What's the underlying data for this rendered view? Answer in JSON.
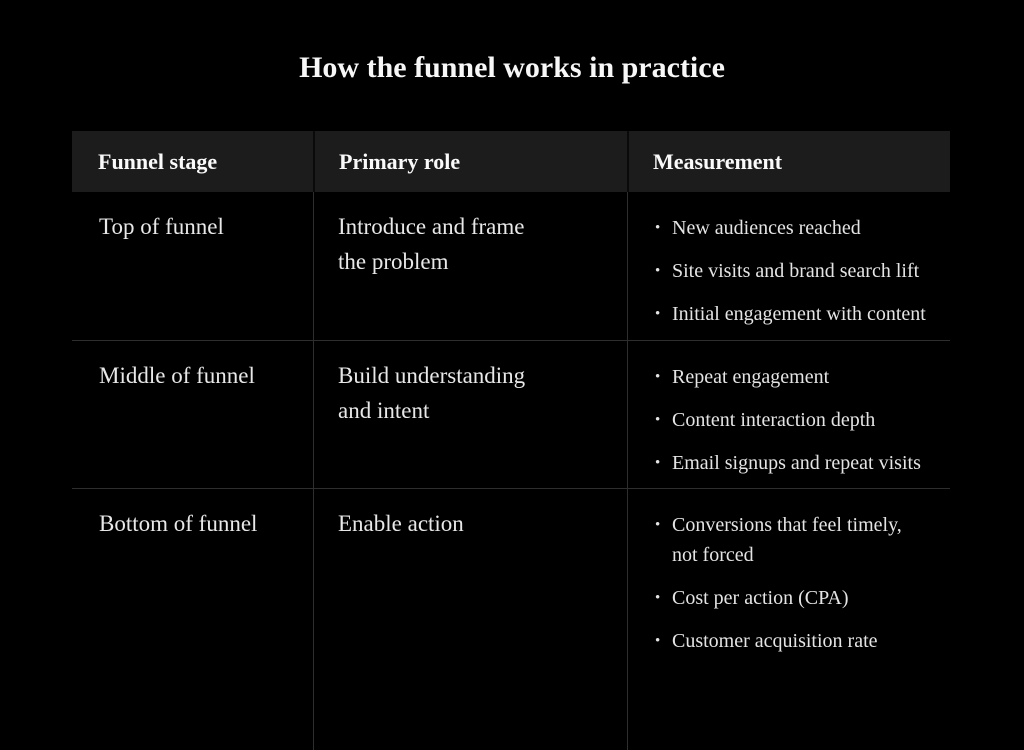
{
  "title": "How the funnel works in practice",
  "table": {
    "bullet_glyph": "•",
    "columns": [
      "Funnel stage",
      "Primary role",
      "Measurement"
    ],
    "rows": [
      {
        "stage": "Top of funnel",
        "role": "Introduce and frame\nthe problem",
        "measurements": [
          "New audiences reached",
          "Site visits and brand search lift",
          "Initial engagement with content"
        ]
      },
      {
        "stage": "Middle of funnel",
        "role": "Build understanding\nand intent",
        "measurements": [
          "Repeat engagement",
          "Content interaction depth",
          "Email signups and repeat visits"
        ]
      },
      {
        "stage": "Bottom of funnel",
        "role": "Enable action",
        "measurements": [
          "Conversions that feel timely,\nnot forced",
          "Cost per action (CPA)",
          "Customer acquisition rate"
        ]
      }
    ]
  },
  "colors": {
    "background": "#000000",
    "header_background": "#1c1c1c",
    "grid_line": "#2e2e2e",
    "header_text": "#fafafa",
    "body_text": "#e6e6e6"
  }
}
